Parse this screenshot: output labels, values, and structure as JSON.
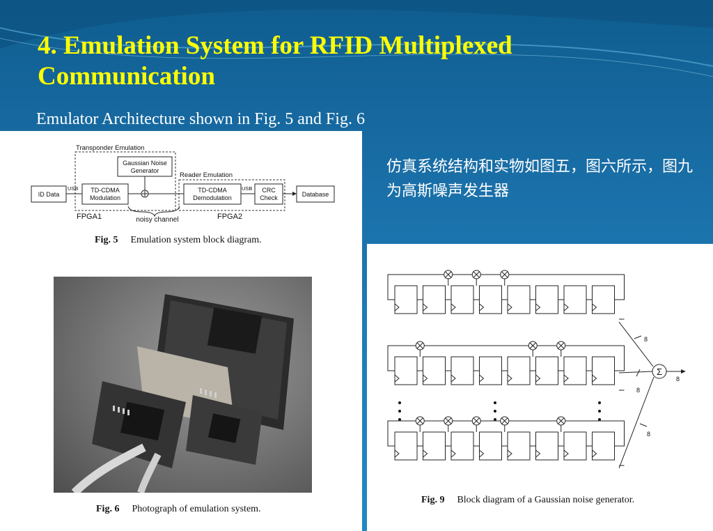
{
  "slide": {
    "title": "4. Emulation System for RFID Multiplexed Communication",
    "subtitle": "Emulator Architecture shown in Fig. 5 and Fig. 6",
    "chinese_note": "仿真系统结构和实物如图五，图六所示，图九为高斯噪声发生器",
    "colors": {
      "background": "#1a6fa8",
      "title": "#ffff00",
      "text": "#ffffff"
    }
  },
  "fig5": {
    "transponder_label": "Transponder Emulation",
    "reader_label": "Reader Emulation",
    "noise_block": "Gaussian Noise Generator",
    "id_block": "ID Data",
    "mod_block": "TD-CDMA Modulation",
    "demod_block": "TD-CDMA Demodulation",
    "crc_block": "CRC Check",
    "db_block": "Database",
    "usb1": "USB",
    "usb2": "USB",
    "fpga1": "FPGA1",
    "fpga2": "FPGA2",
    "channel": "noisy channel",
    "caption_num": "Fig. 5",
    "caption_text": "Emulation system block diagram."
  },
  "fig6": {
    "caption_num": "Fig. 6",
    "caption_text": "Photograph of emulation system."
  },
  "fig9": {
    "caption_num": "Fig. 9",
    "caption_text": "Block diagram of a Gaussian noise generator.",
    "bus_label_1": "8",
    "bus_label_2": "8",
    "bus_label_3": "8",
    "bus_label_out": "8",
    "sum_symbol": "Σ"
  }
}
